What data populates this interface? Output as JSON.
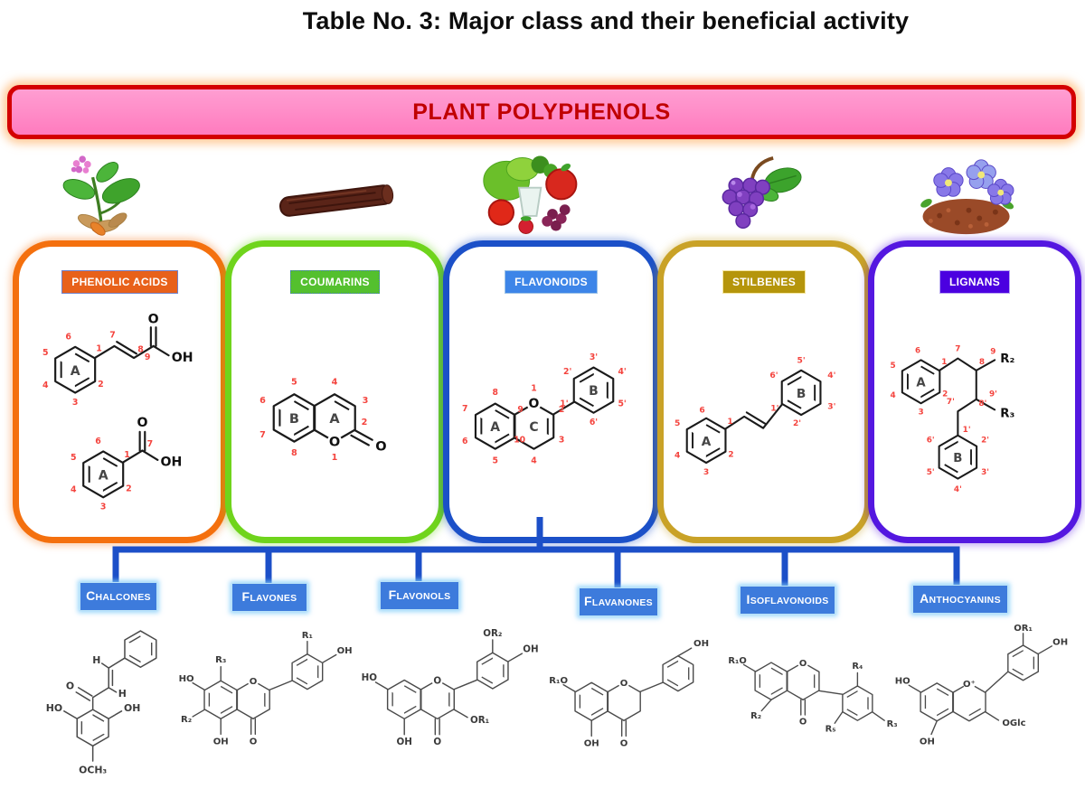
{
  "title": "Table No. 3: Major class and their beneficial activity",
  "banner": {
    "label": "PLANT POLYPHENOLS",
    "bg": "#ff8dc8",
    "border": "#d40000",
    "text_color": "#c00000"
  },
  "connector_color": "#1c4fc8",
  "subclass_label_bg": "#3d7bdc",
  "classes": [
    {
      "label": "PHENOLIC ACIDS",
      "frame": "#f4700e",
      "label_bg": "#e8611a",
      "icon": "basil-plant-icon",
      "cinnamic": {
        "ring": "A",
        "o": "O",
        "oh": "OH",
        "nums": [
          "1",
          "2",
          "3",
          "4",
          "5",
          "6",
          "7",
          "8",
          "9"
        ]
      },
      "benzoic": {
        "ring": "A",
        "o": "O",
        "oh": "OH",
        "nums": [
          "1",
          "2",
          "3",
          "4",
          "5",
          "6",
          "7"
        ]
      }
    },
    {
      "label": "COUMARINS",
      "frame": "#6fd41c",
      "label_bg": "#54c02e",
      "icon": "cinnamon-stick-icon",
      "struct": {
        "ring_a": "A",
        "ring_b": "B",
        "o_ring": "O",
        "o_keto": "O",
        "nums": [
          "1",
          "2",
          "3",
          "4",
          "5",
          "6",
          "7",
          "8"
        ]
      }
    },
    {
      "label": "FLAVONOIDS",
      "frame": "#1b50c8",
      "label_bg": "#3d85e8",
      "icon": "fruits-vegetables-icon",
      "struct": {
        "ring_a": "A",
        "ring_b": "B",
        "ring_c": "C",
        "o_ring": "O",
        "nums": [
          "1",
          "2",
          "3",
          "4",
          "5",
          "6",
          "7",
          "8",
          "9",
          "10"
        ],
        "primes": [
          "1'",
          "2'",
          "3'",
          "4'",
          "5'",
          "6'"
        ]
      }
    },
    {
      "label": "STILBENES",
      "frame": "#c9a227",
      "label_bg": "#b5950b",
      "icon": "grape-bunch-icon",
      "struct": {
        "ring_a": "A",
        "ring_b": "B",
        "nums": [
          "1",
          "2",
          "3",
          "4",
          "5",
          "6"
        ],
        "primes": [
          "1'",
          "2'",
          "3'",
          "4'",
          "5'",
          "6'"
        ]
      }
    },
    {
      "label": "LIGNANS",
      "frame": "#5417e0",
      "label_bg": "#4b00e0",
      "icon": "flax-flowers-icon",
      "struct": {
        "ring_a": "A",
        "ring_b": "B",
        "r2": "R₂",
        "r3": "R₃",
        "nums": [
          "1",
          "2",
          "3",
          "4",
          "5",
          "6",
          "7",
          "8",
          "9"
        ],
        "primes": [
          "1'",
          "2'",
          "3'",
          "4'",
          "5'",
          "6'",
          "7'",
          "8'",
          "9'"
        ]
      }
    }
  ],
  "subclasses": [
    {
      "label": "CHALCONES",
      "struct": {
        "h1": "H",
        "h2": "H",
        "o": "O",
        "ho": "HO",
        "oh": "OH",
        "och3": "OCH₃"
      }
    },
    {
      "label": "FLAVONES",
      "struct": {
        "r3": "R₃",
        "ho": "HO",
        "r2": "R₂",
        "oh5": "OH",
        "o4": "O",
        "o1": "O",
        "r1": "R₁",
        "oh_b": "OH"
      }
    },
    {
      "label": "FLAVONOLS",
      "struct": {
        "ho": "HO",
        "oh5": "OH",
        "o4": "O",
        "o1": "O",
        "or1": "OR₁",
        "or2": "OR₂",
        "oh_b": "OH"
      }
    },
    {
      "label": "FLAVANONES",
      "struct": {
        "r1o": "R₁O",
        "oh5": "OH",
        "o4": "O",
        "o1": "O",
        "oh_b": "OH"
      }
    },
    {
      "label": "ISOFLAVONOIDS",
      "struct": {
        "r1o": "R₁O",
        "r2": "R₂",
        "o4": "O",
        "o1": "O",
        "r4": "R₄",
        "r5": "R₅",
        "r3": "R₃"
      }
    },
    {
      "label": "ANTHOCYANINS",
      "struct": {
        "ho": "HO",
        "oh5": "OH",
        "o1": "O⁺",
        "oglc": "OGlc",
        "or1": "OR₁",
        "oh_b": "OH"
      }
    }
  ]
}
